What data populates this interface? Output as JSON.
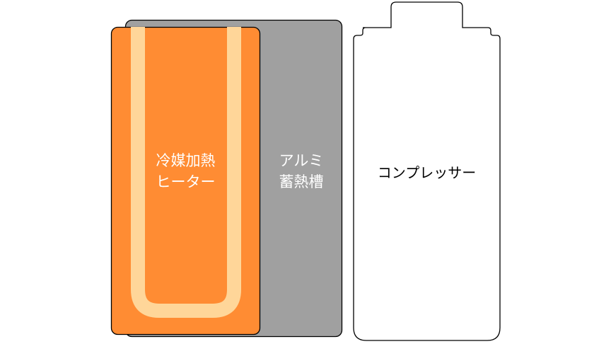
{
  "diagram": {
    "aluminum_tank": {
      "label_line1": "アルミ",
      "label_line2": "蓄熱槽",
      "fill": "#a0a0a0",
      "stroke": "#000000"
    },
    "heater": {
      "label_line1": "冷媒加熱",
      "label_line2": "ヒーター",
      "fill": "#ff8c33",
      "tube_color": "#ffd699",
      "stroke": "#000000"
    },
    "compressor": {
      "label": "コンプレッサー",
      "fill": "#ffffff",
      "stroke": "#000000"
    }
  }
}
